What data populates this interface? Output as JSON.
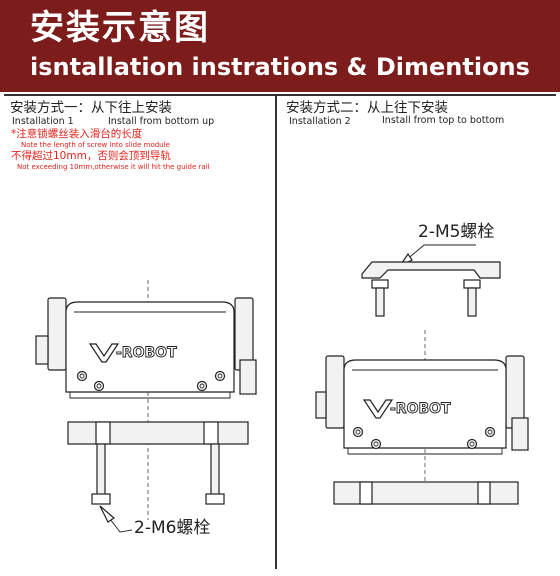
{
  "banner": {
    "title": "安装示意图",
    "subtitle": "isntallation  instrations & Dimentions"
  },
  "method1": {
    "title_cn": "安装方式一：从下往上安装",
    "title_en_label": "Installation 1",
    "title_en_desc": "Install from bottom up",
    "warning1_cn": "*注意锁螺丝装入滑台的长度",
    "warning1_en": "Note the length of screw into slide module",
    "warning2_cn": "不得超过10mm，否则会顶到导轨",
    "warning2_en": "Not exceeding 10mm,otherwise it will hit the guide rail",
    "bolt_callout": "2-M6螺栓"
  },
  "method2": {
    "title_cn": "安装方式二：从上往下安装",
    "title_en_label": "Installation 2",
    "title_en_desc": "Install from top to bottom",
    "bolt_callout": "2-M5螺栓"
  },
  "logo": {
    "text": "-ROBOT"
  },
  "colors": {
    "banner": "#7c1d1b",
    "warning": "#e3231c"
  }
}
